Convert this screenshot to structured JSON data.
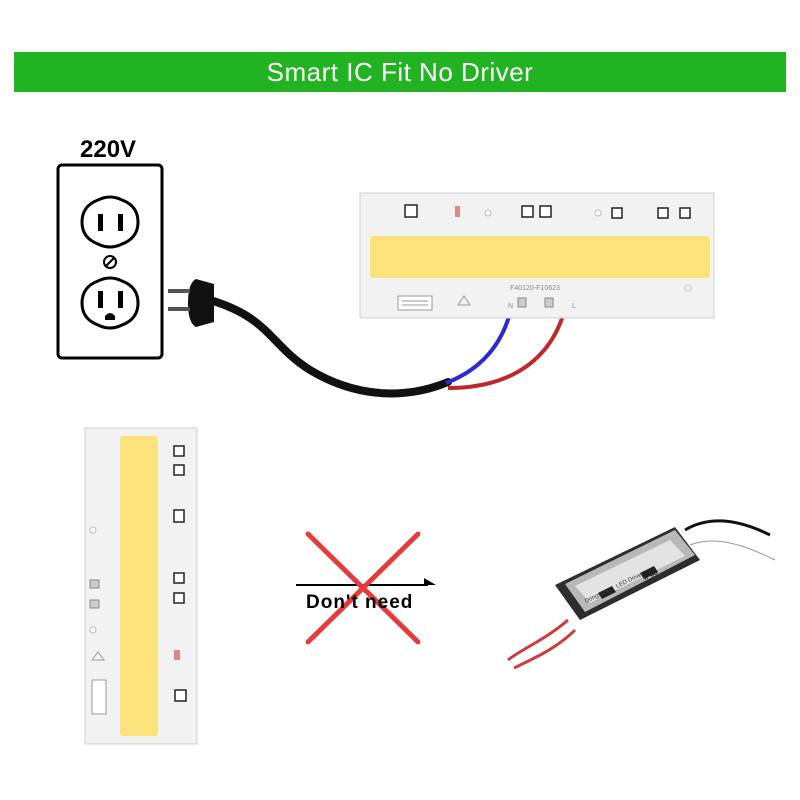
{
  "banner": {
    "title": "Smart IC Fit No Driver",
    "color": "#22b322"
  },
  "outlet": {
    "voltage_label": "220V"
  },
  "cob_chip": {
    "model_label": "F40120-F10623",
    "terminal_n": "N",
    "terminal_l": "L",
    "led_color": "#fbe27a"
  },
  "no_driver": {
    "label": "Don't need",
    "cross_color": "#e53b3b"
  },
  "driver_unit": {
    "brand": "Dongseng",
    "title": "LED Driver",
    "rating": "IP66",
    "cable_colors": [
      "#d13a3a",
      "#ffffff"
    ]
  },
  "wires": {
    "neutral_color": "#2b2bd6",
    "live_color": "#c0262c",
    "cord_color": "#111111"
  },
  "icons": [
    "outlet-icon",
    "plug-icon",
    "cross-icon",
    "warning-icon"
  ]
}
